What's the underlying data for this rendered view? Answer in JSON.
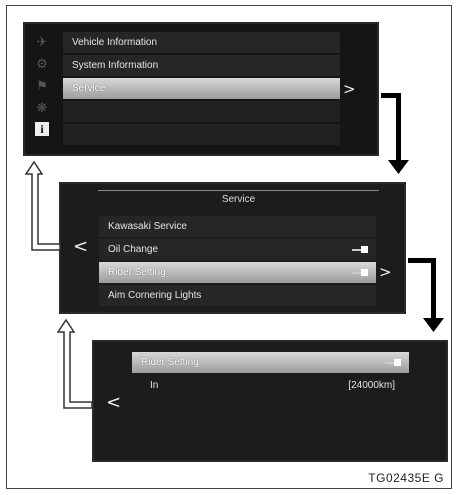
{
  "screen1": {
    "sidebar_icons": [
      "vehicle-icon",
      "system-icon",
      "service-icon",
      "gear-icon",
      "info-icon"
    ],
    "info_glyph": "i",
    "items": [
      {
        "label": "Vehicle Information"
      },
      {
        "label": "System Information"
      },
      {
        "label": "Service"
      }
    ],
    "next_glyph": ">"
  },
  "screen2": {
    "title": "Service",
    "back_glyph": "<",
    "next_glyph": ">",
    "items": [
      {
        "label": "Kawasaki Service"
      },
      {
        "label": "Oil Change"
      },
      {
        "label": "Rider Setting"
      },
      {
        "label": "Aim Cornering Lights"
      }
    ]
  },
  "screen3": {
    "back_glyph": "<",
    "header": "Rider Setting",
    "row_label": "In",
    "row_value": "[24000km]"
  },
  "caption": "TG02435E   G"
}
